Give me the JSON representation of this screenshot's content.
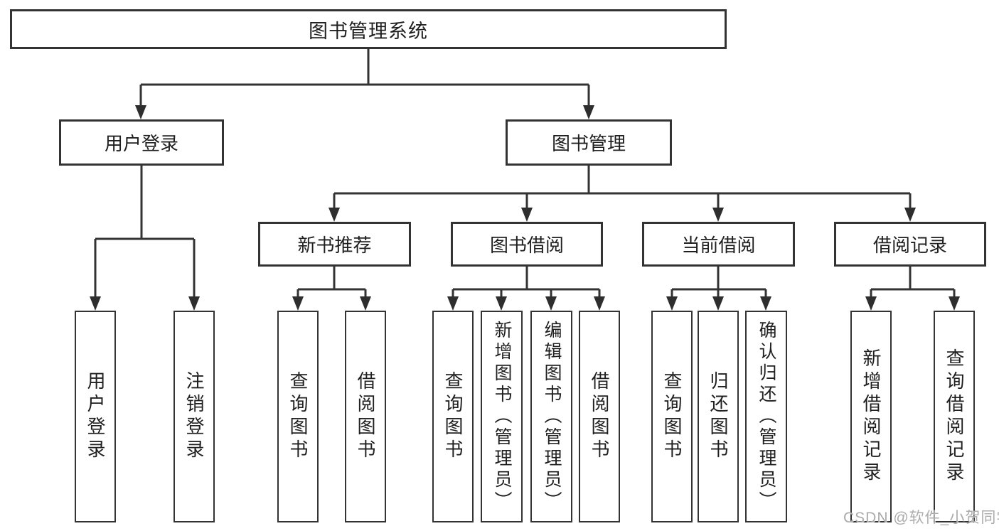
{
  "diagram": {
    "root": {
      "label": "图书管理系统"
    },
    "level2": [
      {
        "id": "user-login",
        "label": "用户登录"
      },
      {
        "id": "book-management",
        "label": "图书管理"
      }
    ],
    "level3": [
      {
        "id": "new-book-recommend",
        "label": "新书推荐"
      },
      {
        "id": "book-borrow",
        "label": "图书借阅"
      },
      {
        "id": "current-borrow",
        "label": "当前借阅"
      },
      {
        "id": "borrow-records",
        "label": "借阅记录"
      }
    ],
    "leaves": {
      "user_login": [
        {
          "label": "用户登录"
        },
        {
          "label": "注销登录"
        }
      ],
      "new_book": [
        {
          "label": "查询图书"
        },
        {
          "label": "借阅图书"
        }
      ],
      "book_borrow": [
        {
          "label": "查询图书"
        },
        {
          "label": "新增图书（管理员）"
        },
        {
          "label": "编辑图书（管理员）"
        },
        {
          "label": "借阅图书"
        }
      ],
      "current_borrow": [
        {
          "label": "查询图书"
        },
        {
          "label": "归还图书"
        },
        {
          "label": "确认归还（管理员）"
        }
      ],
      "borrow_records": [
        {
          "label": "新增借阅记录"
        },
        {
          "label": "查询借阅记录"
        }
      ]
    }
  },
  "watermark": {
    "text": "CSDN @软件_小贺同学"
  },
  "colors": {
    "line": "#333333",
    "text": "#1f1f1f",
    "watermark": "#ababab",
    "background": "#ffffff"
  }
}
